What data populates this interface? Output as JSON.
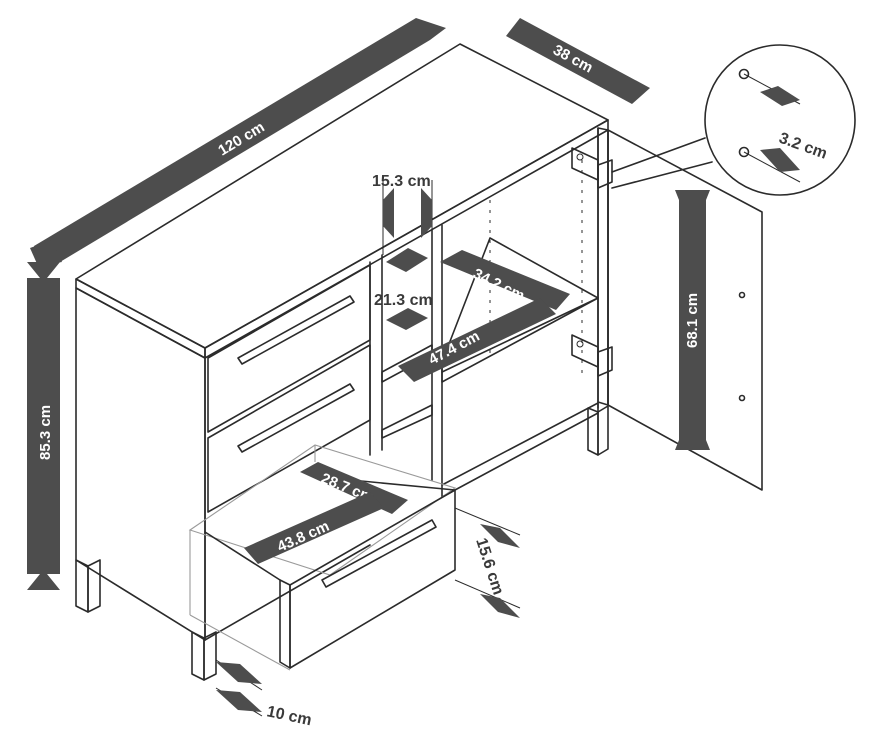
{
  "dimensions": {
    "width": "120 cm",
    "depth": "38 cm",
    "height": "85.3 cm",
    "door_height": "68.1 cm",
    "hole_spacing": "3.2 cm",
    "divider_gap": "15.3 cm",
    "shelf_gap": "21.3 cm",
    "shelf_depth": "34.2 cm",
    "shelf_width": "47.4 cm",
    "drawer_depth": "28.7 cm",
    "drawer_width": "43.8 cm",
    "drawer_height": "15.6 cm",
    "leg_height": "10 cm"
  },
  "colors": {
    "arrow_fill": "#4d4d4d",
    "line": "#2b2b2b",
    "label_on_arrow": "#ffffff"
  }
}
